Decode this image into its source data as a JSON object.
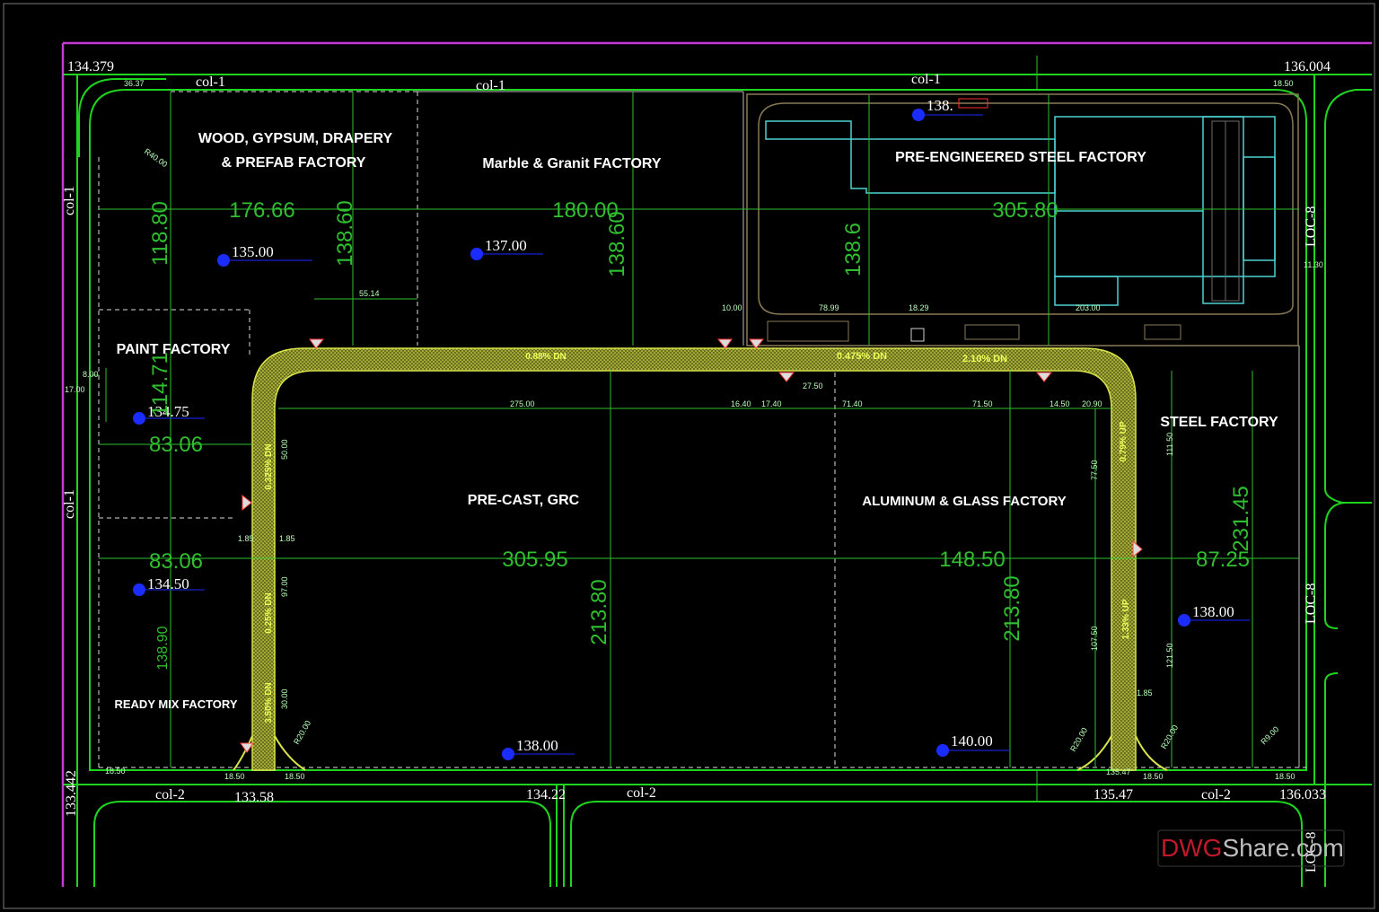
{
  "factories": {
    "wood_line1": "WOOD, GYPSUM, DRAPERY",
    "wood_line2": "& PREFAB FACTORY",
    "marble": "Marble & Granit  FACTORY",
    "peb": "PRE-ENGINEERED STEEL FACTORY",
    "paint": "PAINT FACTORY",
    "steel": "STEEL FACTORY",
    "precast": "PRE-CAST, GRC",
    "aluminum": "ALUMINUM & GLASS FACTORY",
    "readymix": "READY MIX FACTORY"
  },
  "corner_elevations": {
    "top_left": "134.379",
    "top_right": "136.004",
    "bottom_left": "133.442",
    "bottom_right": "136.033"
  },
  "plot_elevations": {
    "wood": "135.00",
    "marble": "137.00",
    "peb": "138.",
    "paint": "134.75",
    "readymix": "134.50",
    "precast": "138.00",
    "aluminum": "140.00",
    "steel": "138.00"
  },
  "road_elevations": {
    "bottom_a": "133.58",
    "bottom_b": "134.22",
    "bottom_c": "135.47",
    "bottom_c_small": "135.47"
  },
  "road_labels": {
    "col_1": "col-1",
    "col_2": "col-2",
    "loc_8": "LOC-8"
  },
  "dimensions": {
    "wood_width": "176.66",
    "wood_height": "118.80",
    "wood_depth": "138.60",
    "marble_width": "180.00",
    "marble_depth": "138.60",
    "peb_width": "305.80",
    "peb_depth": "138.6",
    "paint_depth": "114.71",
    "paint_width": "83.06",
    "readymix_width": "83.06",
    "readymix_depth": "138.90",
    "precast_width": "305.95",
    "precast_depth": "213.80",
    "aluminum_width": "148.50",
    "aluminum_depth": "213.80",
    "steel_width": "87.25",
    "steel_depth": "231.45"
  },
  "slopes": {
    "top_a": "0.88% DN",
    "top_b": "0.475% DN",
    "top_c": "2.10% DN",
    "left_a": "0.325% DN",
    "left_b": "0.25% DN",
    "left_c": "3.50% DN",
    "right_a": "0.79% UP",
    "right_b": "1.33% UP"
  },
  "small_dims": {
    "d_55": "55.14",
    "d_275": "275.00",
    "d_1640": "16.40",
    "d_1740": "17.40",
    "d_7140": "71.40",
    "d_7150": "71.50",
    "d_1450": "14.50",
    "d_2090": "20.90",
    "d_2750": "27.50",
    "d_1000": "10.00",
    "d_7899": "78.99",
    "d_1829": "18.29",
    "d_203": "203.00",
    "d_1850": "18.50",
    "d_11150": "111.50",
    "d_12150": "121.50",
    "d_7750": "77.50",
    "d_10750": "107.50",
    "d_5000": "50.00",
    "d_9700": "97.00",
    "d_3000": "30.00",
    "d_185": "1.85",
    "d_800": "8.00",
    "d_1700": "17.00",
    "d_1130": "11.30",
    "d_3637": "36.37",
    "r_4000": "R40.00",
    "r_2000": "R20.00",
    "r_900": "R9.00"
  },
  "watermark": {
    "brand_red": "DWG",
    "brand_gray": "Share.com"
  },
  "colors": {
    "background": "#000000",
    "boundary_green": "#1fd41f",
    "dimension_green": "#2fbf2f",
    "road_yellow": "#d8e24a",
    "property_magenta": "#c43ad6",
    "building_cyan": "#4ad2d2",
    "elevation_marker": "#1a2cff",
    "building_outline": "#8a7a55"
  }
}
